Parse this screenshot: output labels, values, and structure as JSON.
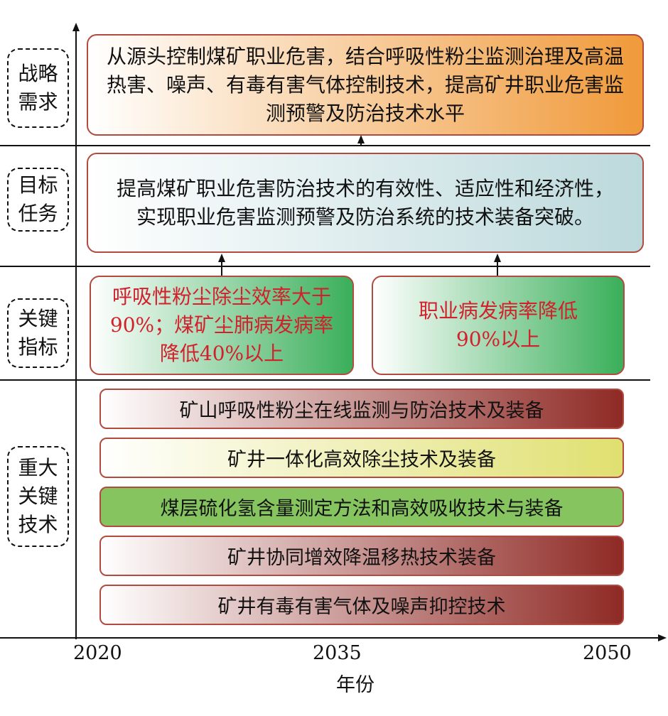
{
  "row_labels": [
    "战略需求",
    "目标任务",
    "关键指标",
    "重大关键技术"
  ],
  "strategic_demand": "从源头控制煤矿职业危害，结合呼吸性粉尘监测治理及高温热害、噪声、有毒有害气体控制技术，提高矿井职业危害监测预警及防治技术水平",
  "target_task": "提高煤矿职业危害防治技术的有效性、适应性和经济性，实现职业危害监测预警及防治系统的技术装备突破。",
  "key_indicators": [
    "呼吸性粉尘除尘效率大于90%；煤矿尘肺病发病率降低40%以上",
    "职业病发病率降低90%以上"
  ],
  "key_technologies": [
    "矿山呼吸性粉尘在线监测与防治技术及装备",
    "矿井一体化高效除尘技术及装备",
    "煤层硫化氢含量测定方法和高效吸收技术与装备",
    "矿井协同增效降温移热技术装备",
    "矿井有毒有害气体及噪声抑控技术"
  ],
  "x_axis": {
    "ticks": [
      "2020",
      "2035",
      "2050"
    ],
    "label": "年份"
  },
  "colors": {
    "border": "#b34a40",
    "indicator_text": "#d2202c",
    "orange": "#f09a3a",
    "blue": "#bcd9dc",
    "green": "#3aaf5a",
    "darkred": "#8f2a25",
    "yellow": "#e0e070"
  }
}
